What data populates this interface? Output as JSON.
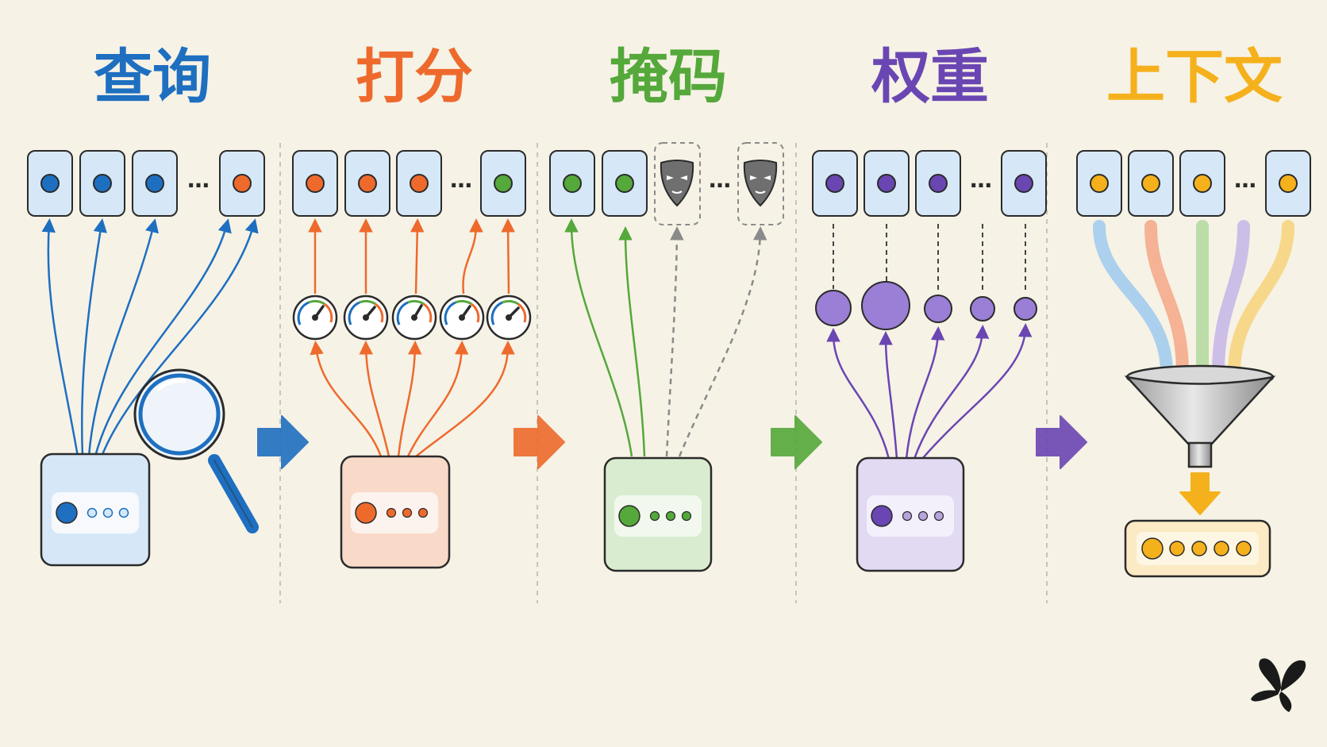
{
  "stages": [
    {
      "title": "查询",
      "color": "#1e6fc0",
      "light": "#d6e8f7",
      "mid": "#7fb3e0"
    },
    {
      "title": "打分",
      "color": "#ee6a2c",
      "light": "#f9d9c8",
      "mid": "#f2a07a"
    },
    {
      "title": "掩码",
      "color": "#55a83a",
      "light": "#d9ecd0",
      "mid": "#a7d28f"
    },
    {
      "title": "权重",
      "color": "#6a46b3",
      "light": "#e2daf2",
      "mid": "#b7a4dd"
    },
    {
      "title": "上下文",
      "color": "#f5b11c",
      "light": "#fbeac3",
      "mid": "#f5cf72"
    }
  ],
  "ellipsis": "…",
  "colors": {
    "background": "#f6f2e6",
    "outline": "#2b2b2b",
    "divider": "#b8b4aa",
    "mask": "#8a8a8a"
  },
  "icons": {
    "magnifier": "magnifier-icon",
    "gauge": "gauge-icon",
    "mask": "mask-icon",
    "funnel": "funnel-icon",
    "butterfly": "butterfly-logo-icon"
  }
}
